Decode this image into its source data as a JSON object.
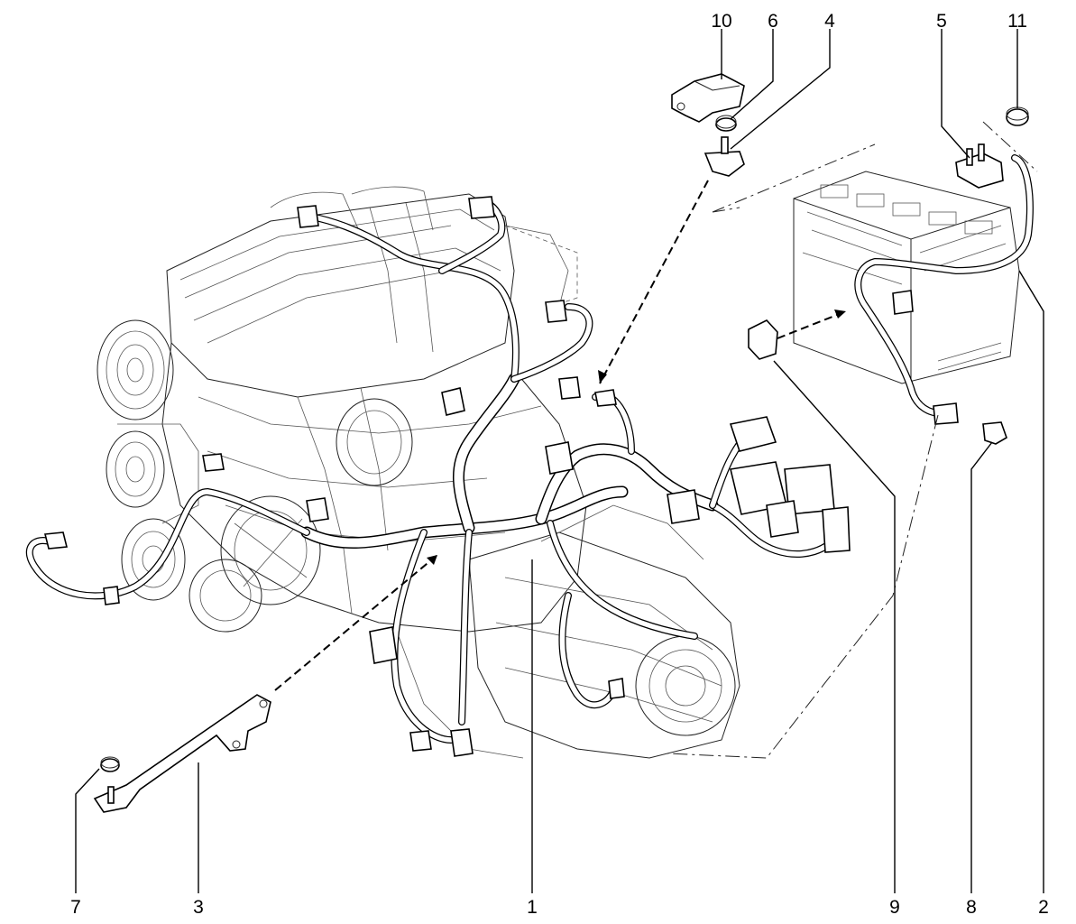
{
  "callouts": {
    "c10": "10",
    "c6": "6",
    "c4": "4",
    "c5": "5",
    "c11": "11",
    "c7": "7",
    "c3": "3",
    "c1": "1",
    "c9": "9",
    "c8": "8",
    "c2": "2"
  }
}
